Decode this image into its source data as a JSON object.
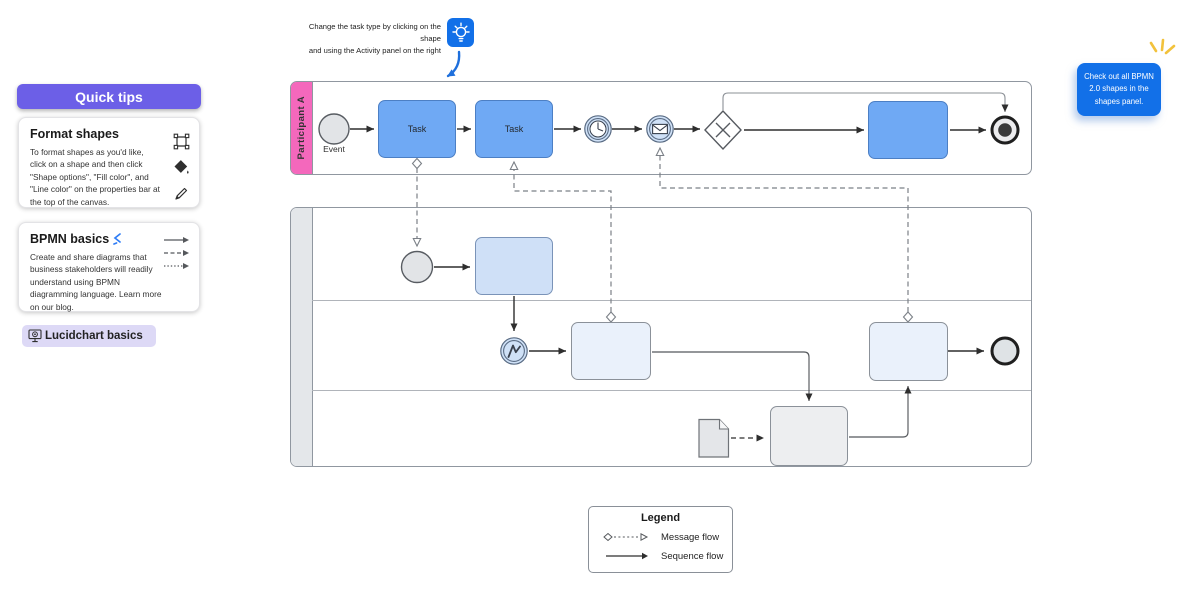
{
  "colors": {
    "purple": "#6C5FE7",
    "pink": "#F468BC",
    "note_blue": "#1270E8",
    "task_blue": "#6FA9F4",
    "task_blue_border": "#4C7FC4",
    "light_blue": "#CFE0F7",
    "lighter_blue": "#EAF1FB",
    "gray_task": "#EDEEF0",
    "chip_bg": "#DDD9F6"
  },
  "sidebar": {
    "quick_tips_label": "Quick tips",
    "format_card": {
      "title": "Format shapes",
      "body": "To format shapes as you'd like, click on a shape and then click \"Shape options\", \"Fill color\", and \"Line color\" on the properties bar at the top of the canvas."
    },
    "bpmn_card": {
      "title": "BPMN basics",
      "body": "Create and share diagrams that business stakeholders will readily understand using BPMN diagramming language. Learn more on our blog."
    },
    "lucidchart_basics_label": "Lucidchart basics"
  },
  "annotations": {
    "task_tip_line1": "Change the task type by clicking on the shape",
    "task_tip_line2": "and using the Activity panel on the right",
    "shapes_note": "Check out all BPMN 2.0 shapes in the shapes panel."
  },
  "diagram": {
    "pool1_label": "Participant A",
    "event_label": "Event",
    "task1_label": "Task",
    "task2_label": "Task"
  },
  "legend": {
    "title": "Legend",
    "rows": [
      {
        "label": "Message flow"
      },
      {
        "label": "Sequence flow"
      }
    ]
  }
}
